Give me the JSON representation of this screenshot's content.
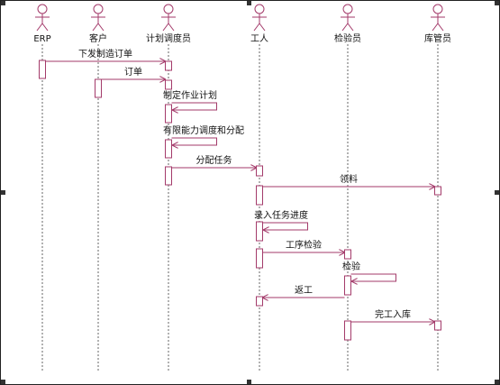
{
  "diagram": {
    "colors": {
      "line": "#a33a6a",
      "lifeline": "#666666",
      "activation_fill": "#ffffff",
      "text": "#111111",
      "frame": "#222222"
    },
    "actors": [
      {
        "id": "erp",
        "name": "ERP"
      },
      {
        "id": "customer",
        "name": "客户"
      },
      {
        "id": "planner",
        "name": "计划调度员"
      },
      {
        "id": "worker",
        "name": "工人"
      },
      {
        "id": "inspector",
        "name": "检验员"
      },
      {
        "id": "warehouse",
        "name": "库管员"
      }
    ],
    "messages": [
      {
        "from": "erp",
        "to": "planner",
        "label": "下发制造订单"
      },
      {
        "from": "customer",
        "to": "planner",
        "label": "订单"
      },
      {
        "from": "planner",
        "to": "planner",
        "label": "制定作业计划"
      },
      {
        "from": "planner",
        "to": "planner",
        "label": "有限能力调度和分配"
      },
      {
        "from": "planner",
        "to": "worker",
        "label": "分配任务"
      },
      {
        "from": "worker",
        "to": "warehouse",
        "label": "领料"
      },
      {
        "from": "worker",
        "to": "worker",
        "label": "录入任务进度"
      },
      {
        "from": "worker",
        "to": "inspector",
        "label": "工序检验"
      },
      {
        "from": "inspector",
        "to": "inspector",
        "label": "检验"
      },
      {
        "from": "inspector",
        "to": "worker",
        "label": "返工"
      },
      {
        "from": "inspector",
        "to": "warehouse",
        "label": "完工入库"
      }
    ]
  }
}
